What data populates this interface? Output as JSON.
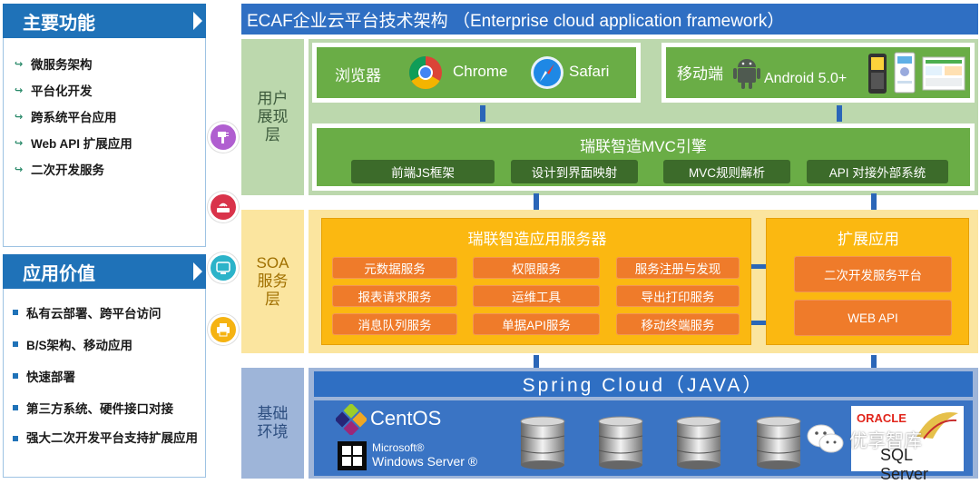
{
  "left_panel": {
    "features_title": "主要功能",
    "features": [
      "微服务架构",
      "平台化开发",
      "跨系统平台应用",
      "Web API 扩展应用",
      "二次开发服务"
    ],
    "values_title": "应用价值",
    "values": [
      "私有云部署、跨平台访问",
      "B/S架构、移动应用",
      "快速部署",
      "第三方系统、硬件接口对接",
      "强大二次开发平台支持扩展应用"
    ]
  },
  "title": "ECAF企业云平台技术架构 （Enterprise cloud application framework）",
  "layers": {
    "presentation": "用户展现层",
    "soa": "SOA服务层",
    "infra": "基础环境"
  },
  "browser": {
    "label": "浏览器",
    "chrome": "Chrome",
    "safari": "Safari"
  },
  "mobile": {
    "label": "移动端",
    "android": "Android 5.0+"
  },
  "mvc": {
    "title": "瑞联智造MVC引擎",
    "items": [
      "前端JS框架",
      "设计到界面映射",
      "MVC规则解析",
      "API 对接外部系统"
    ]
  },
  "app_server": {
    "title": "瑞联智造应用服务器",
    "cells": [
      "元数据服务",
      "权限服务",
      "服务注册与发现",
      "报表请求服务",
      "运维工具",
      "导出打印服务",
      "消息队列服务",
      "单据API服务",
      "移动终端服务"
    ]
  },
  "extension": {
    "title": "扩展应用",
    "cells": [
      "二次开发服务平台",
      "WEB API"
    ]
  },
  "infra": {
    "spring": "Spring Cloud（JAVA）",
    "centos": "CentOS",
    "ms_top": "Microsoft®",
    "ms_bottom": "Windows Server ®",
    "oracle": "ORACLE",
    "sqlserver": "SQL Server",
    "watermark": "优享智库"
  },
  "colors": {
    "title_blue": "#2f6fc3",
    "green_dark": "#6aad46",
    "orange": "#ef7b2a",
    "amber": "#fbb811"
  }
}
